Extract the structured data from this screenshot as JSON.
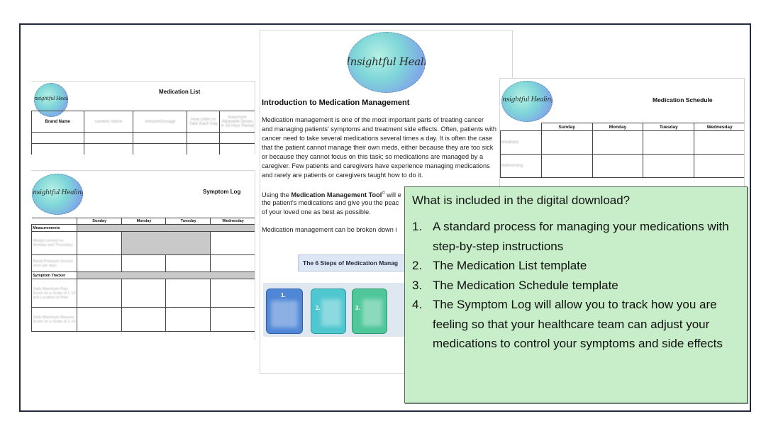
{
  "med_list": {
    "title": "Medication List",
    "columns": [
      "Brand Name",
      "Generic Name",
      "Amount/Dosage",
      "How Often to Take Each Day",
      "Maximum Allowable Doses in 24 Hour Period"
    ]
  },
  "symptom_log": {
    "title": "Symptom Log",
    "days": [
      "Sunday",
      "Monday",
      "Tuesday",
      "Wednesday"
    ],
    "sections": {
      "measurements": "Measurements",
      "symptom_tracker": "Symptom Tracker"
    },
    "rows": {
      "weight": "Weight (record on Monday and Thursday)",
      "blood_pressure": "Blood Pressure (record once per day)",
      "pain": "Daily Maximum Pain Score on a Scale of 1-10 and Location of Pain",
      "nausea": "Daily Maximum Nausea Score on a Scale of 1-10"
    }
  },
  "intro": {
    "heading": "Introduction to Medication Management",
    "paragraphs": [
      "Medication management is one of the most important parts of treating cancer",
      "and managing patients' symptoms and treatment side effects. Often, patients with",
      "cancer need to take several medications several times a day. It is often the case",
      "that the patient cannot manage their own meds, either because they are too sick",
      "or because they cannot focus on this task; so medications are managed by a",
      "caregiver.  Few patients and caregivers have experience managing medications",
      "and rarely are patients or caregivers taught how to do it."
    ],
    "tool_line_1_pre": "Using the ",
    "tool_name": "Medication Management Tool",
    "tool_mark": "©",
    "tool_line_1_post": " will e",
    "tool_line_2": "the patient's medications and give you the peac",
    "tool_line_3": "of your loved one as best as possible.",
    "broken_line": "Medication management can be broken down i",
    "steps_title": "The 6 Steps of Medication Manag",
    "tile_numbers": [
      "1.",
      "2.",
      "3."
    ],
    "tile_colors": [
      "#4f86d6",
      "#4fc7cf",
      "#4fc79a"
    ]
  },
  "schedule": {
    "title": "Medication Schedule",
    "days": [
      "Sunday",
      "Monday",
      "Tuesday",
      "Wednesday"
    ],
    "rows": [
      "Breakfast",
      "Midmorning"
    ]
  },
  "callout": {
    "title": "What is included in the digital download?",
    "items": [
      {
        "num": "1.",
        "text": "A standard process for managing your medications with step-by-step instructions"
      },
      {
        "num": "2.",
        "text": "The Medication List template"
      },
      {
        "num": "3.",
        "text": "The Medication Schedule template"
      },
      {
        "num": "4.",
        "text": "The Symptom Log will allow you to track how you are feeling so that your healthcare team can adjust your medications to control your symptoms and side effects"
      }
    ]
  },
  "colors": {
    "callout_bg": "#c7eec8",
    "frame_border": "#1f2b3a",
    "steps_box": "#dde6f4"
  }
}
